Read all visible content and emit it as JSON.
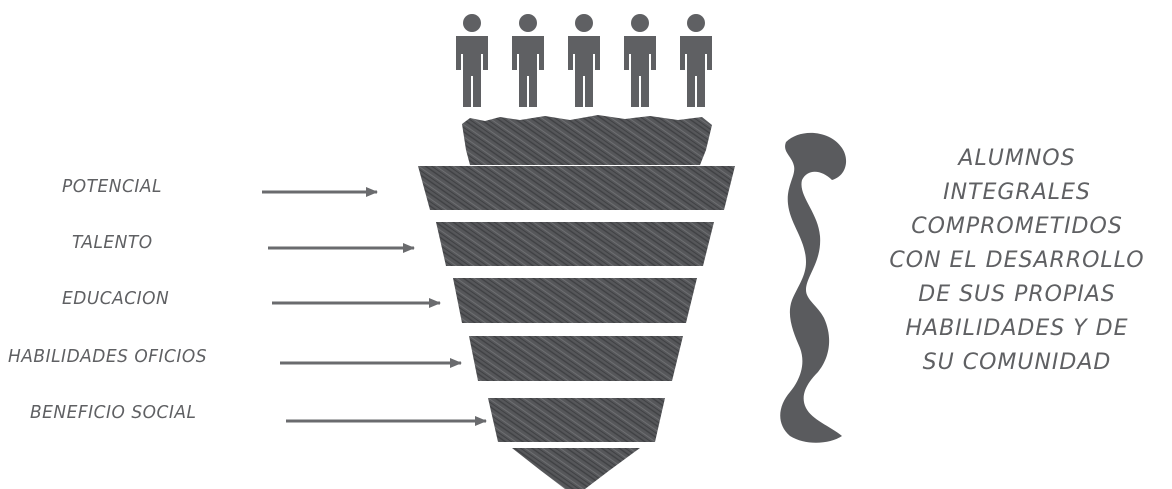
{
  "stages": [
    {
      "label": "POTENCIAL"
    },
    {
      "label": "TALENTO"
    },
    {
      "label": "EDUCACION"
    },
    {
      "label": "HABILIDADES OFICIOS"
    },
    {
      "label": "BENEFICIO SOCIAL"
    }
  ],
  "people_count": 5,
  "result_text": "ALUMNOS\nINTEGRALES\nCOMPROMETIDOS\nCON EL DESARROLLO\nDE SUS PROPIAS\nHABILIDADES Y DE\nSU COMUNIDAD",
  "colors": {
    "ink": "#5f6063",
    "dark": "#4a4b4e",
    "background": "#ffffff"
  },
  "icons": {
    "person": "person-icon",
    "arrow": "arrow-right-icon",
    "brace": "curly-brace-icon"
  }
}
